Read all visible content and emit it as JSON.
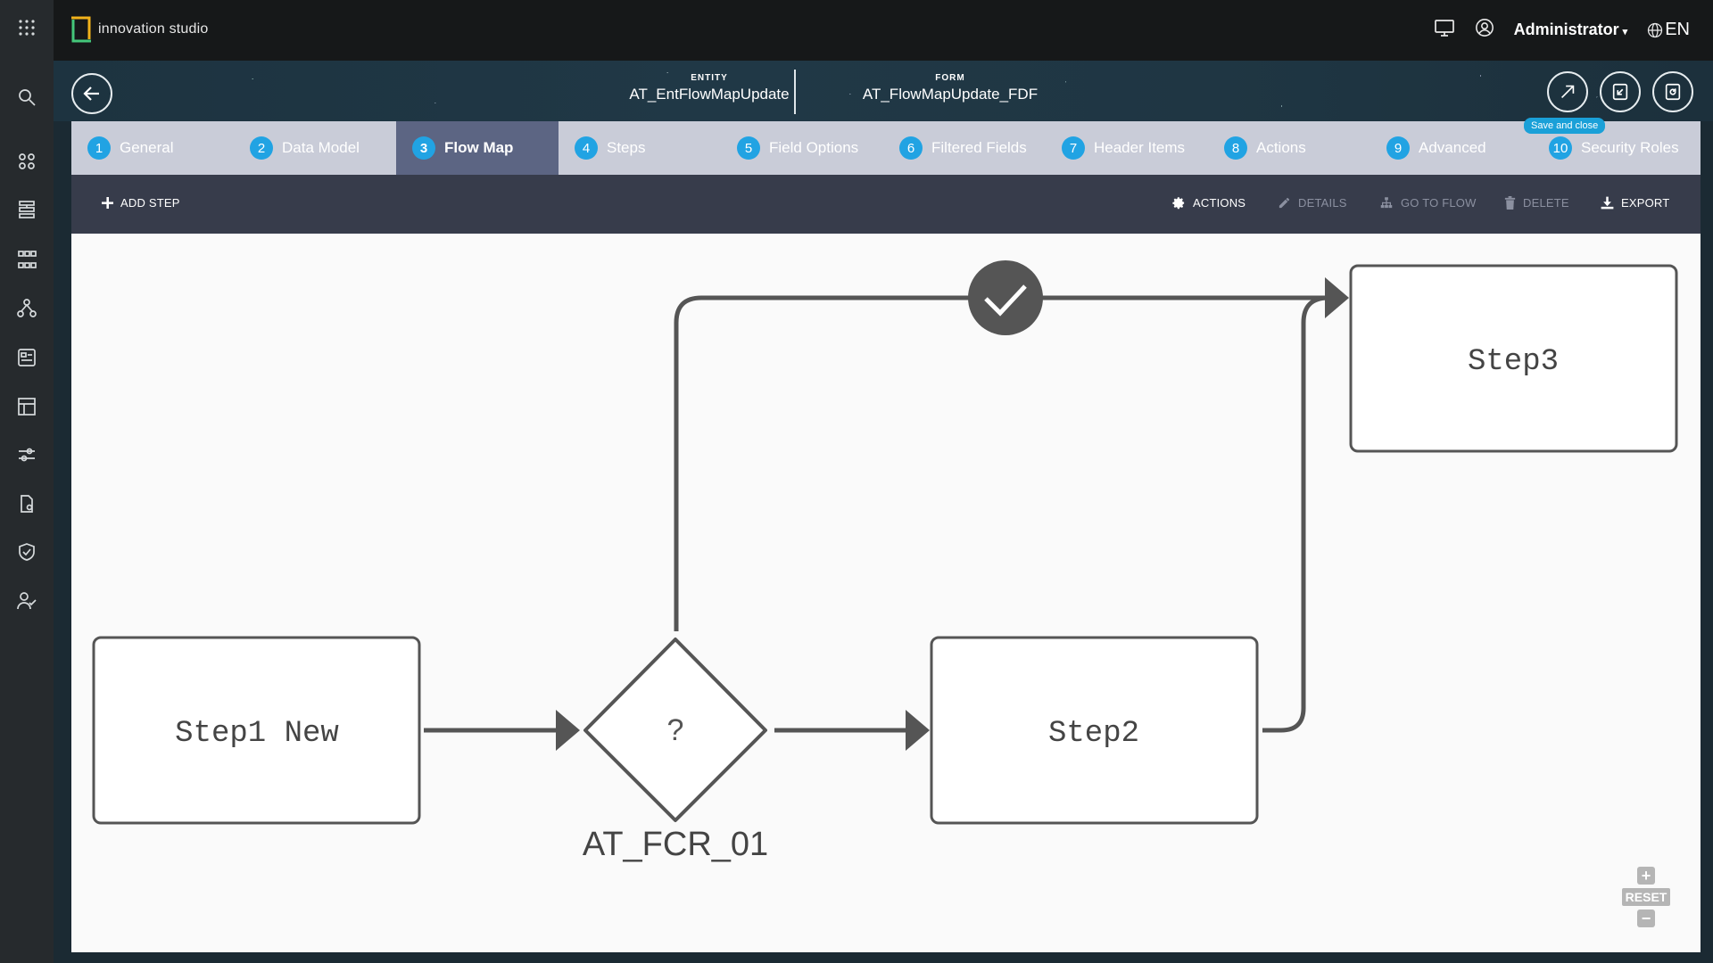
{
  "app": {
    "name": "innovation studio"
  },
  "topbar": {
    "user": "Administrator",
    "language": "EN"
  },
  "header": {
    "entity_label": "ENTITY",
    "entity_value": "AT_EntFlowMapUpdate",
    "form_label": "FORM",
    "form_value": "AT_FlowMapUpdate_FDF",
    "tooltip": "Save and close"
  },
  "tabs": [
    {
      "num": "1",
      "label": "General"
    },
    {
      "num": "2",
      "label": "Data Model"
    },
    {
      "num": "3",
      "label": "Flow Map"
    },
    {
      "num": "4",
      "label": "Steps"
    },
    {
      "num": "5",
      "label": "Field Options"
    },
    {
      "num": "6",
      "label": "Filtered Fields"
    },
    {
      "num": "7",
      "label": "Header Items"
    },
    {
      "num": "8",
      "label": "Actions"
    },
    {
      "num": "9",
      "label": "Advanced"
    },
    {
      "num": "10",
      "label": "Security Roles"
    }
  ],
  "active_tab": "Flow Map",
  "toolbar": {
    "add_step": "ADD STEP",
    "actions": "ACTIONS",
    "details": "DETAILS",
    "go_to_flow": "GO TO FLOW",
    "delete": "DELETE",
    "export": "EXPORT"
  },
  "flow": {
    "steps": [
      "Step1 New",
      "Step2",
      "Step3"
    ],
    "decision_symbol": "?",
    "decision_name": "AT_FCR_01"
  },
  "zoom": {
    "reset": "RESET",
    "plus": "+",
    "minus": "−"
  },
  "colors": {
    "accent": "#21a3e3",
    "active_tab": "#5c6583",
    "toolbar": "#373c4b"
  }
}
